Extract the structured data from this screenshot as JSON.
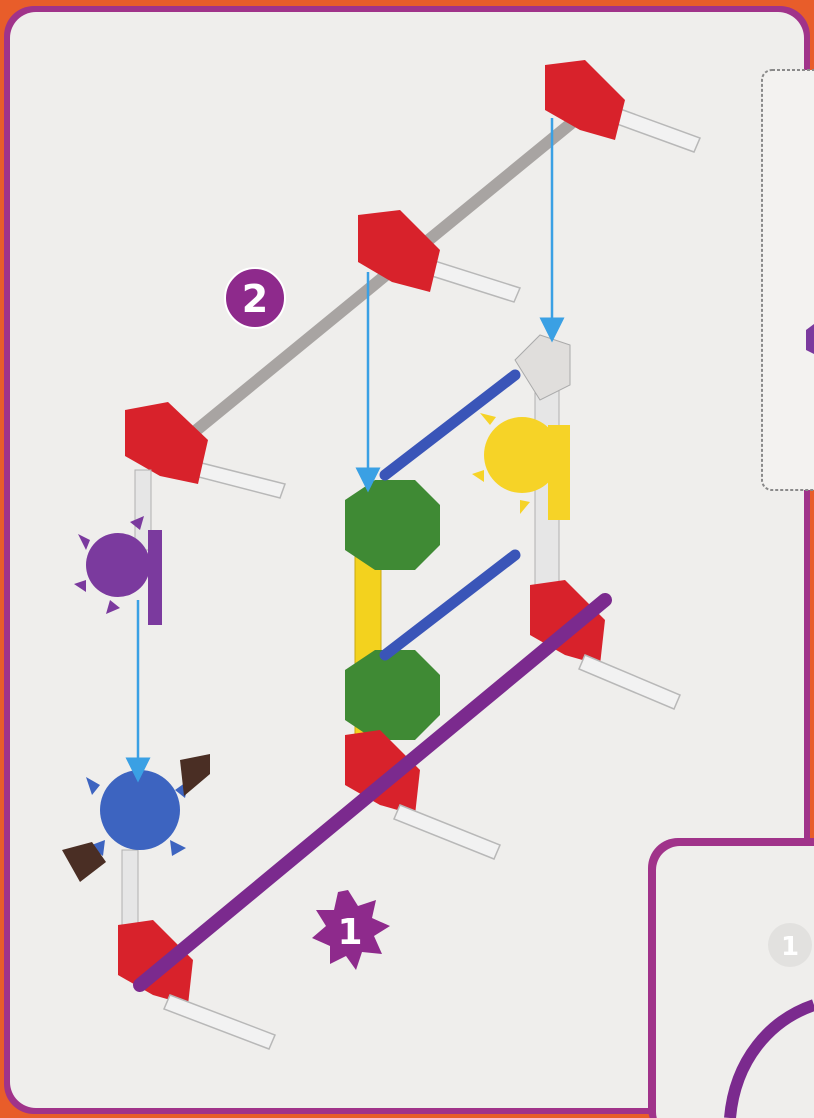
{
  "page": {
    "frame_color": "#a0338a",
    "panel_color": "#efeeec",
    "accent_bg": "#e85d2a"
  },
  "steps": [
    {
      "number": "2",
      "badge_shape": "circle",
      "color": "#8e2a8c"
    },
    {
      "number": "1",
      "badge_shape": "starburst",
      "color": "#8e2a8c"
    }
  ],
  "inset_badge": {
    "number": "1"
  },
  "parts_colors": {
    "connector_red": "#d8222b",
    "rod_grey": "#a8a4a2",
    "rod_purple": "#7b2a8e",
    "rod_blue": "#3a55b8",
    "rod_yellow": "#f3d21e",
    "gear_green": "#3f8a34",
    "gear_yellow": "#f6d327",
    "gear_purple": "#7b3a9e",
    "gear_blue": "#3d64c0",
    "guide_arrow": "#3aa0e4",
    "peg_white": "#f2f2f2"
  },
  "icons": [
    "step-2-badge",
    "step-1-badge",
    "guide-arrow",
    "gear",
    "connector",
    "rod"
  ]
}
